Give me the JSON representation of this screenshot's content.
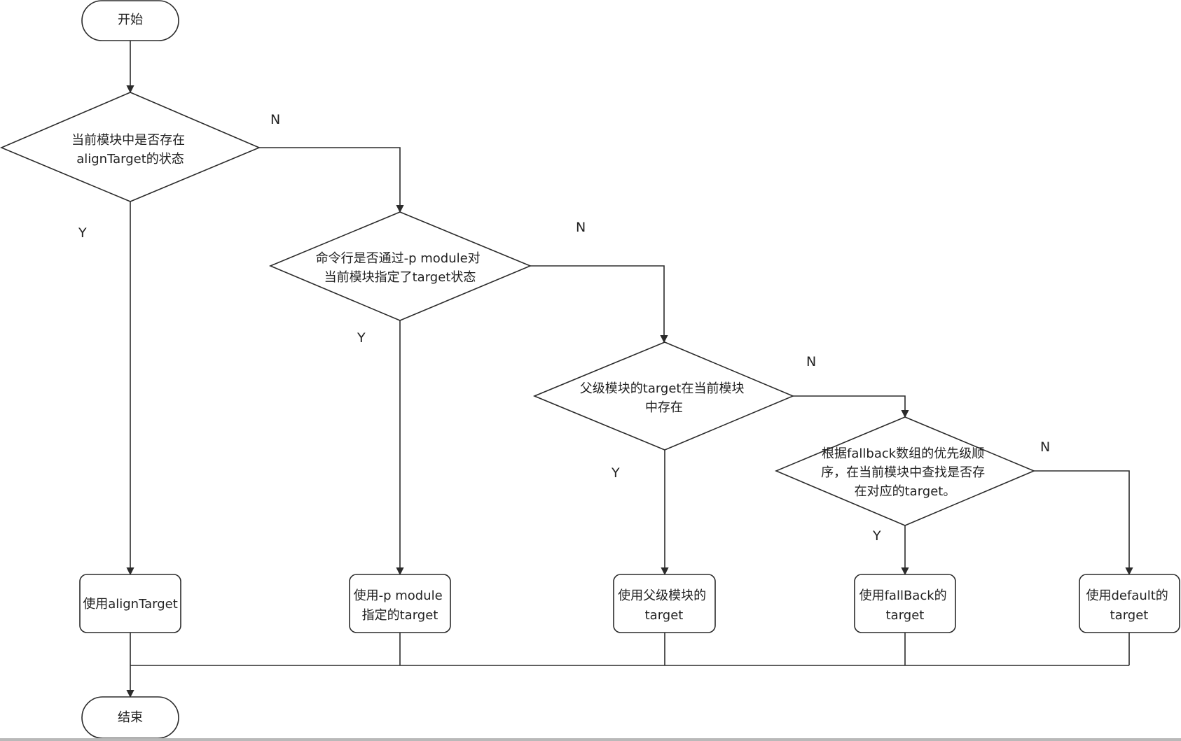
{
  "nodes": {
    "start": {
      "label": "开始"
    },
    "decision_1": {
      "lines": [
        "当前模块中是否存在",
        "alignTarget的状态"
      ]
    },
    "decision_2": {
      "lines": [
        "命令行是否通过-p module对",
        "当前模块指定了target状态"
      ]
    },
    "decision_3": {
      "lines": [
        "父级模块的target在当前模块",
        "中存在"
      ]
    },
    "decision_4": {
      "lines": [
        "根据fallback数组的优先级顺",
        "序，在当前模块中查找是否存",
        "在对应的target。"
      ]
    },
    "result_1": {
      "lines": [
        "使用alignTarget"
      ]
    },
    "result_2": {
      "lines": [
        "使用-p module",
        "指定的target"
      ]
    },
    "result_3": {
      "lines": [
        "使用父级模块的",
        "target"
      ]
    },
    "result_4": {
      "lines": [
        "使用fallBack的",
        "target"
      ]
    },
    "result_5": {
      "lines": [
        "使用default的",
        "target"
      ]
    },
    "end": {
      "label": "结束"
    }
  },
  "edge_labels": {
    "d1_yes": "Y",
    "d1_no": "N",
    "d2_yes": "Y",
    "d2_no": "N",
    "d3_yes": "Y",
    "d3_no": "N",
    "d4_yes": "Y",
    "d4_no": "N"
  }
}
